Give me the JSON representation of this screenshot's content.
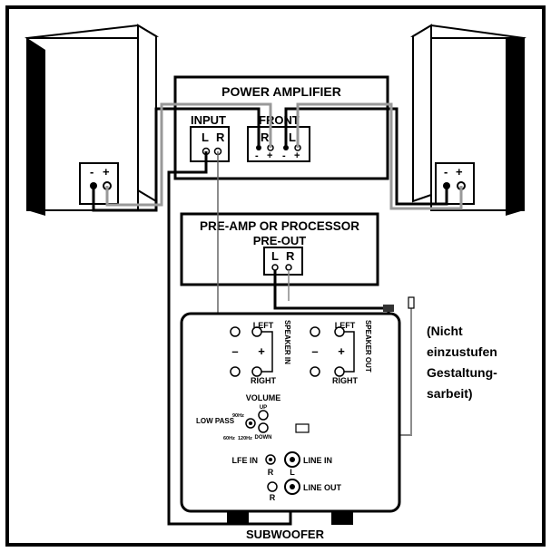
{
  "power_amplifier": {
    "title": "POWER AMPLIFIER",
    "input_label": "INPUT",
    "front_label": "FRONT",
    "left": "L",
    "right": "R",
    "minus": "-",
    "plus": "+"
  },
  "speakers": {
    "minus": "-",
    "plus": "+"
  },
  "preamp": {
    "title": "PRE-AMP OR PROCESSOR",
    "preout_label": "PRE-OUT",
    "left": "L",
    "right": "R"
  },
  "subwoofer": {
    "title": "SUBWOOFER",
    "speaker_in": "SPEAKER IN",
    "speaker_out": "SPEAKER OUT",
    "left": "LEFT",
    "right": "RIGHT",
    "minus": "–",
    "plus": "+",
    "volume": "VOLUME",
    "up": "UP",
    "down": "DOWN",
    "low_pass": "LOW PASS",
    "freq_90": "90Hz",
    "freq_60": "60Hz",
    "freq_120": "120Hz",
    "lfe_in": "LFE IN",
    "line_in": "LINE IN",
    "line_out": "LINE OUT",
    "jack_r": "R",
    "jack_l": "L"
  },
  "note": {
    "line1": "(Nicht",
    "line2": "einzustufen",
    "line3": "Gestaltung-",
    "line4": "sarbeit)"
  }
}
